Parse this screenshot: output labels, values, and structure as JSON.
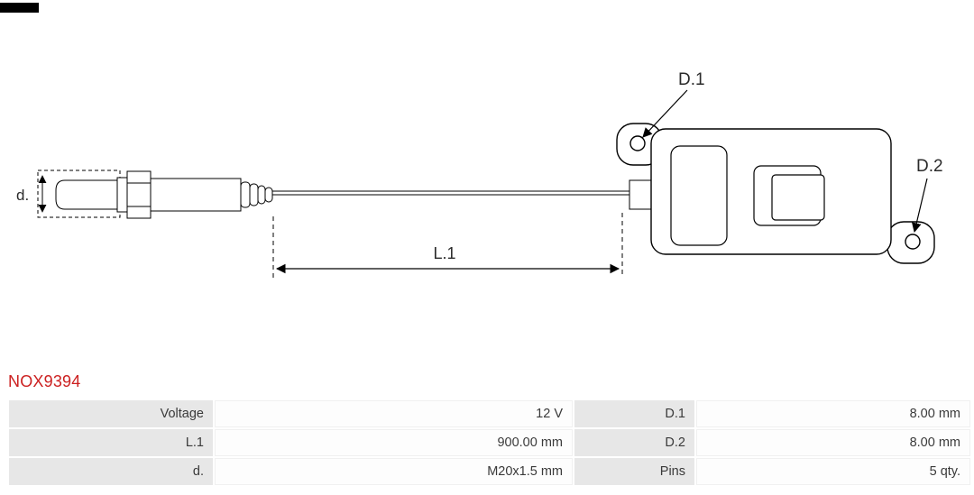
{
  "part_number": "NOX9394",
  "colors": {
    "part_number_red": "#cc2020",
    "table_label_bg": "#e7e7e7",
    "table_value_bg": "#fdfdfd",
    "line": "#000000"
  },
  "diagram": {
    "labels": {
      "d1": "D.1",
      "d2": "D.2",
      "l1": "L.1",
      "d": "d."
    }
  },
  "table": {
    "rows": [
      {
        "c1": "Voltage",
        "c2": "12 V",
        "c3": "D.1",
        "c4": "8.00 mm"
      },
      {
        "c1": "L.1",
        "c2": "900.00 mm",
        "c3": "D.2",
        "c4": "8.00 mm"
      },
      {
        "c1": "d.",
        "c2": "M20x1.5 mm",
        "c3": "Pins",
        "c4": "5 qty."
      }
    ]
  }
}
